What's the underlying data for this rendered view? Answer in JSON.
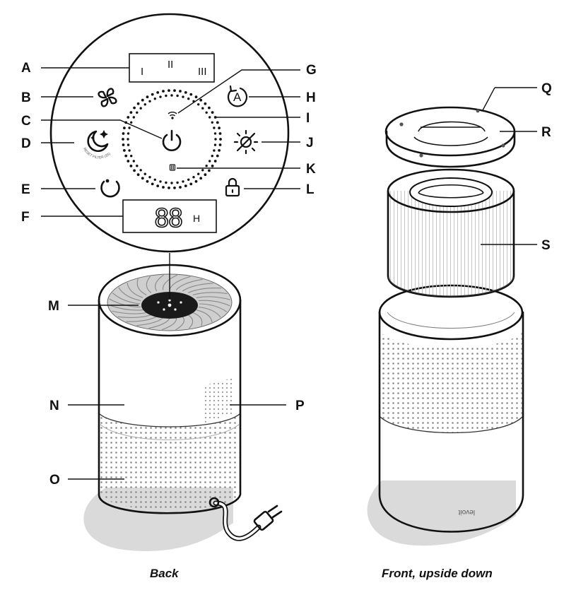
{
  "labels": {
    "A": "A",
    "B": "B",
    "C": "C",
    "D": "D",
    "E": "E",
    "F": "F",
    "G": "G",
    "H": "H",
    "I": "I",
    "J": "J",
    "K": "K",
    "L": "L",
    "M": "M",
    "N": "N",
    "O": "O",
    "P": "P",
    "Q": "Q",
    "R": "R",
    "S": "S"
  },
  "panel": {
    "speed_1": "I",
    "speed_2": "II",
    "speed_3": "III",
    "auto_letter": "A",
    "timer_digits": "88",
    "timer_unit": "H",
    "reset_filter_text": "RESET FILTER (3S)"
  },
  "captions": {
    "back": "Back",
    "front": "Front, upside down"
  },
  "brand_mark": "levoit",
  "colors": {
    "outline": "#111111",
    "shadow": "#d9d9d9",
    "grille": "#9a9a9a",
    "display_bg": "#1a1a1a"
  }
}
